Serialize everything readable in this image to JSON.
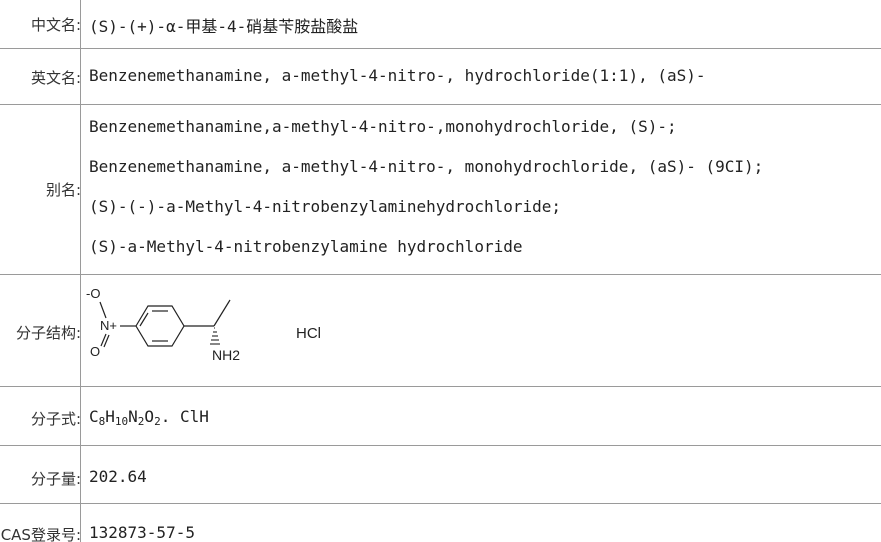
{
  "rows": {
    "cn_name": {
      "label": "中文名:",
      "value": "(S)-(+)-α-甲基-4-硝基苄胺盐酸盐"
    },
    "en_name": {
      "label": "英文名:",
      "value": "Benzenemethanamine, a-methyl-4-nitro-, hydrochloride(1:1), (aS)-"
    },
    "aliases": {
      "label": "别名:",
      "lines": [
        "Benzenemethanamine,a-methyl-4-nitro-,monohydrochloride, (S)-;",
        "Benzenemethanamine, a-methyl-4-nitro-, monohydrochloride, (aS)- (9CI);",
        "(S)-(-)-a-Methyl-4-nitrobenzylaminehydrochloride;",
        "(S)-a-Methyl-4-nitrobenzylamine hydrochloride"
      ]
    },
    "structure": {
      "label": "分子结构:",
      "atoms": {
        "o_minus": "-O",
        "n_plus": "N+",
        "o": "O",
        "nh2": "NH2",
        "hcl": "HCl"
      }
    },
    "formula": {
      "label": "分子式:",
      "parts": [
        "C",
        "8",
        "H",
        "10",
        "N",
        "2",
        "O",
        "2",
        ". ClH"
      ]
    },
    "mw": {
      "label": "分子量:",
      "value": "202.64"
    },
    "cas": {
      "label": "CAS登录号:",
      "value": "132873-57-5"
    }
  }
}
